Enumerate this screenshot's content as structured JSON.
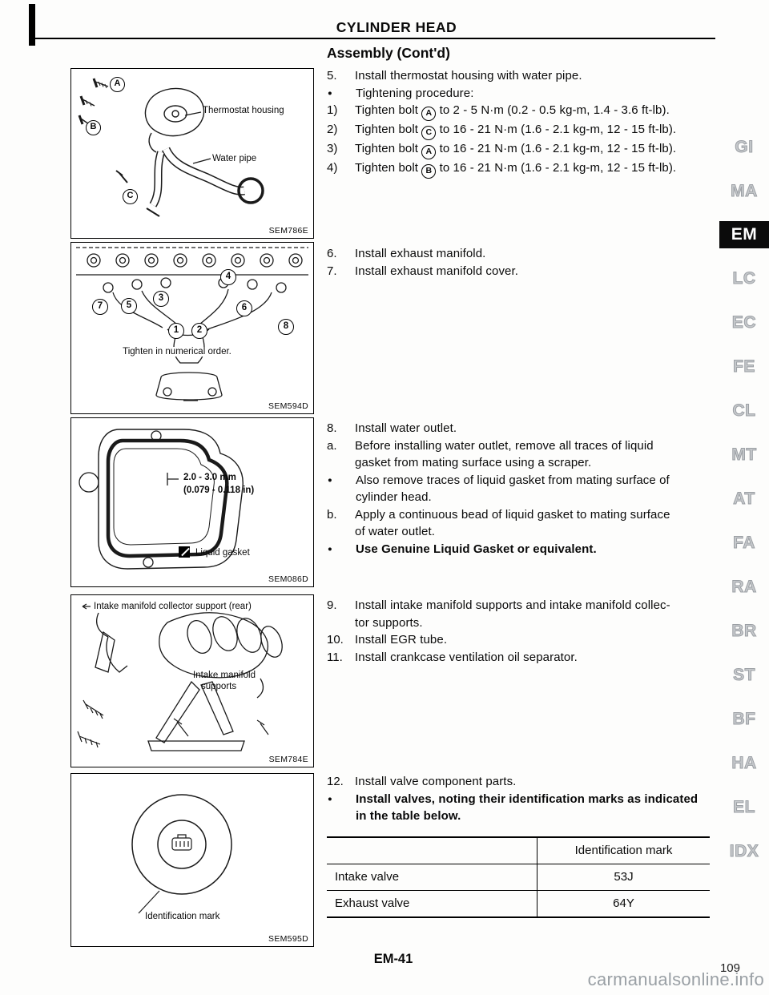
{
  "page": {
    "header_title": "CYLINDER HEAD",
    "section_title": "Assembly (Cont'd)",
    "footer_code": "EM-41",
    "scan_page_number": "109",
    "watermark": "carmanualsonline.info"
  },
  "side_tabs": {
    "active": "EM",
    "items": [
      "GI",
      "MA",
      "EM",
      "LC",
      "EC",
      "FE",
      "CL",
      "MT",
      "AT",
      "FA",
      "RA",
      "BR",
      "ST",
      "BF",
      "HA",
      "EL",
      "IDX"
    ]
  },
  "figures": {
    "f1": {
      "code": "SEM786E",
      "label_thermostat": "Thermostat housing",
      "label_water_pipe": "Water pipe",
      "bolt_a": "A",
      "bolt_b": "B",
      "bolt_c": "C"
    },
    "f2": {
      "code": "SEM594D",
      "caption": "Tighten in numerical order.",
      "n1": "1",
      "n2": "2",
      "n3": "3",
      "n4": "4",
      "n5": "5",
      "n6": "6",
      "n7": "7",
      "n8": "8"
    },
    "f3": {
      "code": "SEM086D",
      "dim_mm": "2.0 - 3.0 mm",
      "dim_in": "(0.079 - 0.118 in)",
      "legend": "Liquid gasket"
    },
    "f4": {
      "code": "SEM784E",
      "label_collector": "Intake manifold collector support (rear)",
      "label_supports_line1": "Intake manifold",
      "label_supports_line2": "supports"
    },
    "f5": {
      "code": "SEM595D",
      "label": "Identification mark"
    }
  },
  "steps": {
    "g1": [
      {
        "marker": "5.",
        "text": "Install thermostat housing with water pipe."
      },
      {
        "marker": "●",
        "text": "Tightening procedure:"
      },
      {
        "marker": "1)",
        "pre": "Tighten bolt ",
        "bolt": "A",
        "post": " to 2 - 5 N·m (0.2 - 0.5 kg-m, 1.4 - 3.6 ft-lb)."
      },
      {
        "marker": "2)",
        "pre": "Tighten bolt ",
        "bolt": "C",
        "post": " to 16 - 21 N·m (1.6 - 2.1 kg-m, 12 - 15 ft-lb)."
      },
      {
        "marker": "3)",
        "pre": "Tighten bolt ",
        "bolt": "A",
        "post": " to 16 - 21 N·m (1.6 - 2.1 kg-m, 12 - 15 ft-lb)."
      },
      {
        "marker": "4)",
        "pre": "Tighten bolt ",
        "bolt": "B",
        "post": " to 16 - 21 N·m (1.6 - 2.1 kg-m, 12 - 15 ft-lb)."
      }
    ],
    "g2": [
      {
        "marker": "6.",
        "text": "Install exhaust manifold."
      },
      {
        "marker": "7.",
        "text": "Install exhaust manifold cover."
      }
    ],
    "g3": [
      {
        "marker": "8.",
        "text": "Install water outlet."
      },
      {
        "marker": "a.",
        "text": "Before installing water outlet, remove all traces of liquid\ngasket from mating surface using a scraper."
      },
      {
        "marker": "●",
        "text": "Also remove traces of liquid gasket from mating surface of\ncylinder head."
      },
      {
        "marker": "b.",
        "text": "Apply a continuous bead of liquid gasket to mating surface\nof water outlet."
      },
      {
        "marker": "●",
        "text": "Use Genuine Liquid Gasket or equivalent."
      }
    ],
    "g4": [
      {
        "marker": "9.",
        "text": "Install intake manifold supports and intake manifold collec-\ntor supports."
      },
      {
        "marker": "10.",
        "text": "Install EGR tube."
      },
      {
        "marker": "11.",
        "text": "Install crankcase ventilation oil separator."
      }
    ],
    "g5": [
      {
        "marker": "12.",
        "text": "Install valve component parts."
      },
      {
        "marker": "●",
        "text": "Install valves, noting their identification marks as indicated\nin the table below."
      }
    ]
  },
  "table": {
    "header": [
      "",
      "Identification mark"
    ],
    "rows": [
      {
        "name": "Intake valve",
        "mark": "53J"
      },
      {
        "name": "Exhaust valve",
        "mark": "64Y"
      }
    ]
  }
}
